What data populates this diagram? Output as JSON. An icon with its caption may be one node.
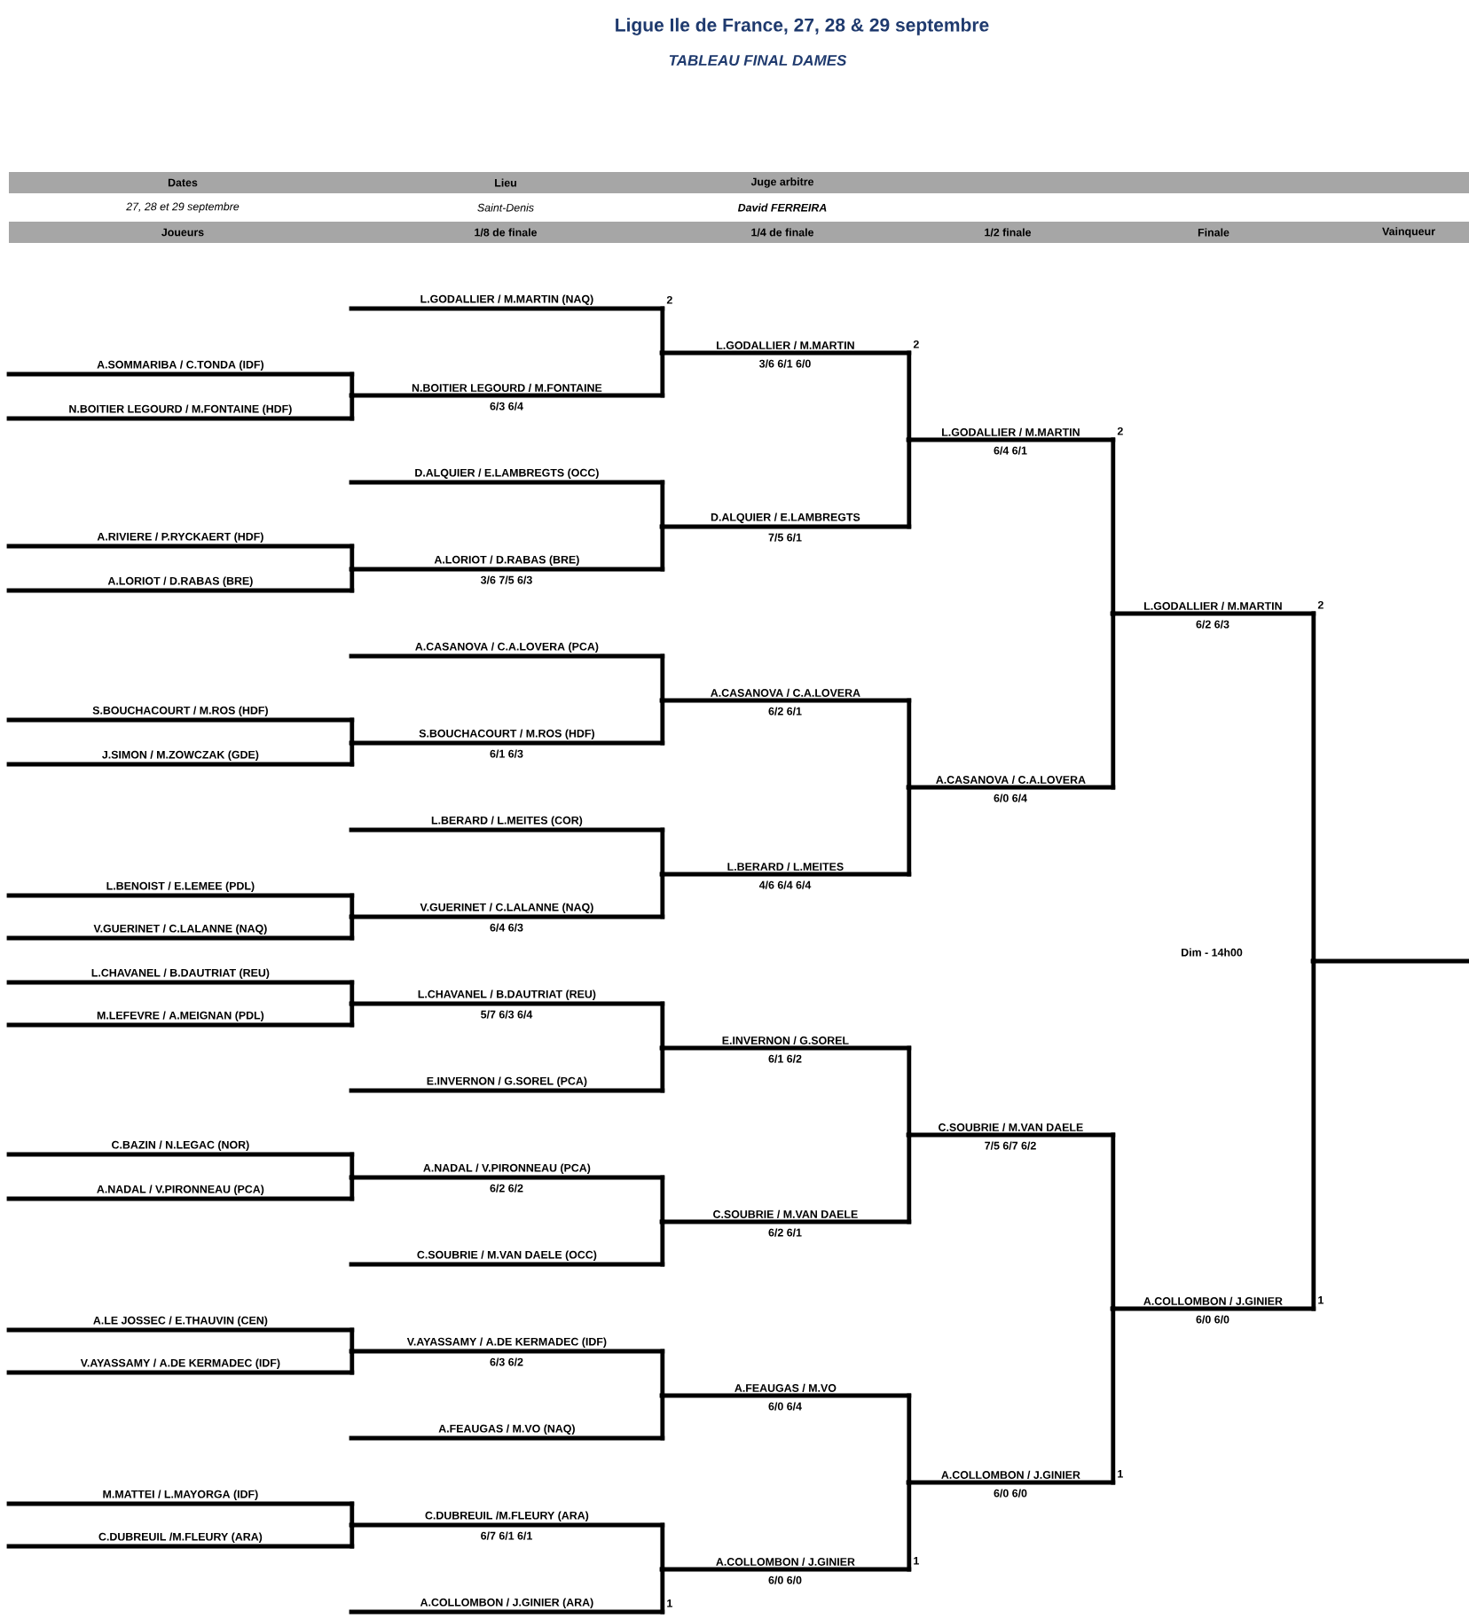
{
  "diagram": {
    "title": "Ligue Ile de France, 27, 28 & 29 septembre",
    "nodes": [
      {
        "text": [
          "A.SOMMARIBA / C.TONDA (IDF)"
        ]
      },
      {
        "text": [
          "N.BOITIER LEGOURD / M.FONTAINE (HDF)"
        ]
      },
      {
        "text": [
          "A.RIVIERE / P.RYCKAERT (HDF)"
        ]
      },
      {
        "text": [
          "A.LORIOT / D.RABAS (BRE)"
        ]
      },
      {
        "text": [
          "S.BOUCHACOURT / M.ROS (HDF)"
        ]
      },
      {
        "text": [
          "J.SIMON / M.ZOWCZAK (GDE)"
        ]
      },
      {
        "text": [
          "L.BENOIST / E.LEMEE (PDL)"
        ]
      },
      {
        "text": [
          "V.GUERINET / C.LALANNE (NAQ)"
        ]
      },
      {
        "text": [
          "L.CHAVANEL / B.DAUTRIAT (REU)"
        ]
      },
      {
        "text": [
          "M.LEFEVRE / A.MEIGNAN (PDL)"
        ]
      },
      {
        "text": [
          "C.BAZIN / N.LEGAC (NOR)"
        ]
      },
      {
        "text": [
          "A.NADAL / V.PIRONNEAU (PCA)"
        ]
      },
      {
        "text": [
          "A.LE JOSSEC / E.THAUVIN (CEN)"
        ]
      },
      {
        "text": [
          "V.AYASSAMY / A.DE KERMADEC (IDF)"
        ]
      },
      {
        "text": [
          "M.MATTEI / L.MAYORGA (IDF)"
        ]
      },
      {
        "text": [
          "C.DUBREUIL /M.FLEURY (ARA)"
        ]
      },
      {
        "text": [
          "L.GODALLIER / M.MARTIN (NAQ)"
        ],
        "beside": [
          "2"
        ]
      },
      {
        "text": [
          "N.BOITIER LEGOURD / M.FONTAINE"
        ],
        "beside": [
          "6/3 6/4"
        ]
      },
      {
        "text": [
          "D.ALQUIER / E.LAMBREGTS (OCC)"
        ]
      },
      {
        "text": [
          "A.LORIOT / D.RABAS (BRE)"
        ],
        "beside": [
          "3/6 7/5 6/3"
        ]
      },
      {
        "text": [
          "A.CASANOVA / C.A.LOVERA (PCA)"
        ]
      },
      {
        "text": [
          "S.BOUCHACOURT / M.ROS (HDF)"
        ],
        "beside": [
          "6/1 6/3"
        ]
      },
      {
        "text": [
          "L.BERARD / L.MEITES (COR)"
        ]
      },
      {
        "text": [
          "V.GUERINET / C.LALANNE (NAQ)"
        ],
        "beside": [
          "6/4 6/3"
        ]
      },
      {
        "text": [
          "L.CHAVANEL / B.DAUTRIAT (REU)"
        ],
        "beside": [
          "5/7 6/3 6/4"
        ]
      },
      {
        "text": [
          "E.INVERNON / G.SOREL (PCA)"
        ]
      },
      {
        "text": [
          "A.NADAL / V.PIRONNEAU (PCA)"
        ],
        "beside": [
          "6/2 6/2"
        ]
      },
      {
        "text": [
          "C.SOUBRIE / M.VAN DAELE (OCC)"
        ]
      },
      {
        "text": [
          "V.AYASSAMY / A.DE KERMADEC (IDF)"
        ],
        "beside": [
          "6/3 6/2"
        ]
      },
      {
        "text": [
          "A.FEAUGAS / M.VO (NAQ)"
        ]
      },
      {
        "text": [
          "C.DUBREUIL /M.FLEURY (ARA)"
        ],
        "beside": [
          "6/7 6/1 6/1"
        ]
      },
      {
        "text": [
          "A.COLLOMBON / J.GINIER (ARA)"
        ],
        "beside": [
          "1"
        ]
      },
      {
        "text": [
          "L.GODALLIER / M.MARTIN"
        ],
        "beside": [
          "3/6 6/1 6/0",
          "2"
        ]
      },
      {
        "text": [
          "D.ALQUIER / E.LAMBREGTS"
        ],
        "beside": [
          "7/5 6/1"
        ]
      },
      {
        "text": [
          "A.CASANOVA / C.A.LOVERA"
        ],
        "beside": [
          "6/2 6/1"
        ]
      },
      {
        "text": [
          "L.BERARD / L.MEITES"
        ],
        "beside": [
          "4/6 6/4 6/4"
        ]
      },
      {
        "text": [
          "E.INVERNON / G.SOREL"
        ],
        "beside": [
          "6/1 6/2"
        ]
      },
      {
        "text": [
          "C.SOUBRIE / M.VAN DAELE"
        ],
        "beside": [
          "6/2 6/1"
        ]
      },
      {
        "text": [
          "A.FEAUGAS / M.VO"
        ],
        "beside": [
          "6/0 6/4"
        ]
      },
      {
        "text": [
          "A.COLLOMBON / J.GINIER"
        ],
        "beside": [
          "6/0 6/0",
          "1"
        ]
      },
      {
        "text": [
          "L.GODALLIER / M.MARTIN"
        ],
        "beside": [
          "6/4 6/1",
          "2"
        ]
      },
      {
        "text": [
          "A.CASANOVA / C.A.LOVERA"
        ],
        "beside": [
          "6/0 6/4"
        ]
      },
      {
        "text": [
          "C.SOUBRIE / M.VAN DAELE"
        ],
        "beside": [
          "7/5 6/7 6/2"
        ]
      },
      {
        "text": [
          "A.COLLOMBON / J.GINIER"
        ],
        "beside": [
          "6/0 6/0",
          "1"
        ]
      },
      {
        "text": [
          "L.GODALLIER / M.MARTIN"
        ],
        "beside": [
          "6/2 6/3",
          "2"
        ]
      },
      {
        "text": [
          "A.COLLOMBON / J.GINIER"
        ],
        "beside": [
          "6/0 6/0",
          "1"
        ]
      },
      {
        "text": [],
        "shape": "line"
      }
    ],
    "edges": [
      {
        "from": 0,
        "to": 17,
        "arrow": "none"
      },
      {
        "from": 1,
        "to": 17,
        "arrow": "none"
      },
      {
        "from": 2,
        "to": 19,
        "arrow": "none"
      },
      {
        "from": 3,
        "to": 19,
        "arrow": "none"
      },
      {
        "from": 4,
        "to": 21,
        "arrow": "none"
      },
      {
        "from": 5,
        "to": 21,
        "arrow": "none"
      },
      {
        "from": 6,
        "to": 23,
        "arrow": "none"
      },
      {
        "from": 7,
        "to": 23,
        "arrow": "none"
      },
      {
        "from": 8,
        "to": 24,
        "arrow": "none"
      },
      {
        "from": 9,
        "to": 24,
        "arrow": "none"
      },
      {
        "from": 10,
        "to": 26,
        "arrow": "none"
      },
      {
        "from": 11,
        "to": 26,
        "arrow": "none"
      },
      {
        "from": 12,
        "to": 28,
        "arrow": "none"
      },
      {
        "from": 13,
        "to": 28,
        "arrow": "none"
      },
      {
        "from": 14,
        "to": 30,
        "arrow": "none"
      },
      {
        "from": 15,
        "to": 30,
        "arrow": "none"
      },
      {
        "from": 16,
        "to": 32,
        "arrow": "none"
      },
      {
        "from": 17,
        "to": 32,
        "arrow": "none"
      },
      {
        "from": 18,
        "to": 33,
        "arrow": "none"
      },
      {
        "from": 19,
        "to": 33,
        "arrow": "none"
      },
      {
        "from": 20,
        "to": 34,
        "arrow": "none"
      },
      {
        "from": 21,
        "to": 34,
        "arrow": "none"
      },
      {
        "from": 22,
        "to": 35,
        "arrow": "none"
      },
      {
        "from": 23,
        "to": 35,
        "arrow": "none"
      },
      {
        "from": 24,
        "to": 36,
        "arrow": "none"
      },
      {
        "from": 25,
        "to": 36,
        "arrow": "none"
      },
      {
        "from": 26,
        "to": 37,
        "arrow": "none"
      },
      {
        "from": 27,
        "to": 37,
        "arrow": "none"
      },
      {
        "from": 28,
        "to": 38,
        "arrow": "none"
      },
      {
        "from": 29,
        "to": 38,
        "arrow": "none"
      },
      {
        "from": 30,
        "to": 39,
        "arrow": "none"
      },
      {
        "from": 31,
        "to": 39,
        "arrow": "none"
      },
      {
        "from": 32,
        "to": 40,
        "arrow": "none"
      },
      {
        "from": 33,
        "to": 40,
        "arrow": "none"
      },
      {
        "from": 34,
        "to": 41,
        "arrow": "none"
      },
      {
        "from": 35,
        "to": 41,
        "arrow": "none"
      },
      {
        "from": 36,
        "to": 42,
        "arrow": "none"
      },
      {
        "from": 37,
        "to": 42,
        "arrow": "none"
      },
      {
        "from": 38,
        "to": 43,
        "arrow": "none"
      },
      {
        "from": 39,
        "to": 43,
        "arrow": "none"
      },
      {
        "from": 40,
        "to": 44,
        "arrow": "none"
      },
      {
        "from": 41,
        "to": 44,
        "arrow": "none"
      },
      {
        "from": 42,
        "to": 45,
        "arrow": "none"
      },
      {
        "from": 43,
        "to": 45,
        "arrow": "none"
      },
      {
        "from": 44,
        "to": 46,
        "arrow": "none"
      },
      {
        "from": 45,
        "to": 46,
        "arrow": "none"
      }
    ],
    "labels": [
      "TABLEAU FINAL DAMES",
      "Dates",
      "Lieu",
      "Juge arbitre",
      "27, 28 et 29 septembre",
      "Saint-Denis",
      "David FERREIRA",
      "Joueurs",
      "1/8 de finale",
      "1/4 de finale",
      "1/2 finale",
      "Finale",
      "Vainqueur",
      "Dim - 14h00"
    ]
  }
}
